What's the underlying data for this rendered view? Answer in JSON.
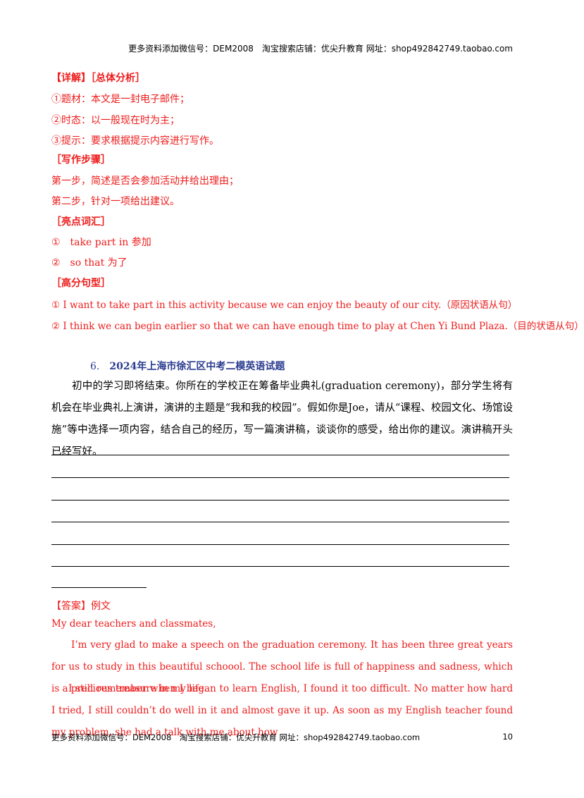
{
  "header": "更多资料添加微信号：DEM2008　淘宝搜索店铺：优尖升教育 网址：shop492842749.taobao.com",
  "analysis": {
    "heading": "【详解】［总体分析］",
    "items": [
      "①题材：本文是一封电子邮件；",
      "②时态：以一般现在时为主；",
      "③提示：要求根据提示内容进行写作。"
    ]
  },
  "steps": {
    "heading": "［写作步骤］",
    "items": [
      "第一步，简述是否会参加活动并给出理由；",
      "第二步，针对一项给出建议。"
    ]
  },
  "vocab": {
    "heading": "［亮点词汇］",
    "items": [
      "①　take part in  参加",
      "②　so that  为了"
    ]
  },
  "sentences": {
    "heading": "［高分句型］",
    "items": [
      "① I want to take part in this activity because we can enjoy the beauty of our city.（原因状语从句）",
      "② I think we can begin earlier so that we can have enough time to play at Chen Yi Bund Plaza.（目的状语从句）"
    ]
  },
  "question6": {
    "number": "6.",
    "title": "2024年上海市徐汇区中考二模英语试题",
    "prompt": "初中的学习即将结束。你所在的学校正在筹备毕业典礼(graduation ceremony)，部分学生将有机会在毕业典礼上演讲，演讲的主题是“我和我的校园”。假如你是Joe，请从“课程、校园文化、场馆设施”等中选择一项内容，结合自己的经历，写一篇演讲稿，谈谈你的感受，给出你的建议。演讲稿开头已经写好。"
  },
  "answer": {
    "tag": "【答案】例文",
    "greeting": "My dear teachers and classmates,",
    "p1": "I’m very glad to make a speech on the graduation ceremony. It has been three great years for us to study in this beautiful schoool. The school life is full of happiness and sadness, which is a precious treasure in my life.",
    "p2": "I still remember when I began to learn English, I found it too difficult. No matter how hard I tried, I still couldn’t do well in it and almost gave it up. As soon as my English teacher found my problem, she had a talk with me about how"
  },
  "footer": {
    "text": "更多资料添加微信号：DEM2008　淘宝搜索店铺：优尖升教育 网址：shop492842749.taobao.com",
    "page": "10"
  }
}
